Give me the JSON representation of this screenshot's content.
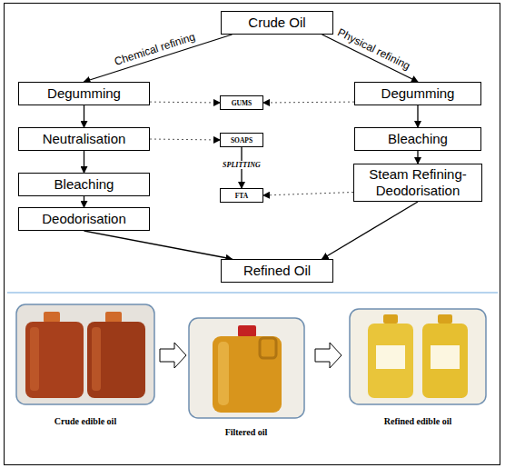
{
  "diagram": {
    "nodes": [
      {
        "text": [
          "Crude Oil"
        ]
      },
      {
        "text": [
          "Degumming"
        ]
      },
      {
        "text": [
          "GUMS"
        ]
      },
      {
        "text": [
          "Degumming"
        ]
      },
      {
        "text": [
          "Neutralisation"
        ]
      },
      {
        "text": [
          "SOAPS"
        ]
      },
      {
        "text": [
          "Bleaching"
        ]
      },
      {
        "text": [
          "Bleaching"
        ]
      },
      {
        "text": [
          "FTA"
        ]
      },
      {
        "text": [
          "Steam Refining- Deodorisation"
        ]
      },
      {
        "text": [
          "Deodorisation"
        ]
      },
      {
        "text": [
          "Refined Oil"
        ]
      }
    ],
    "edges": [
      {
        "from": 0,
        "to": 1,
        "label": "Chemical refining",
        "arrow": "to"
      },
      {
        "from": 0,
        "to": 3,
        "label": "Physical refining",
        "arrow": "to"
      },
      {
        "from": 1,
        "to": 4,
        "arrow": "to"
      },
      {
        "from": 4,
        "to": 7,
        "arrow": "to"
      },
      {
        "from": 7,
        "to": 10,
        "arrow": "to"
      },
      {
        "from": 3,
        "to": 6,
        "arrow": "to"
      },
      {
        "from": 6,
        "to": 9,
        "arrow": "to"
      },
      {
        "from": 1,
        "to": 2,
        "arrow": "to"
      },
      {
        "from": 3,
        "to": 2,
        "arrow": "to"
      },
      {
        "from": 4,
        "to": 5,
        "arrow": "to"
      },
      {
        "from": 5,
        "to": 8,
        "label": "SPLITTING",
        "arrow": "to"
      },
      {
        "from": 9,
        "to": 8,
        "arrow": "to"
      },
      {
        "from": 10,
        "to": 11,
        "arrow": "to"
      },
      {
        "from": 9,
        "to": 11,
        "arrow": "to"
      }
    ],
    "labels": [
      "Crude edible oil",
      "Filtered oil",
      "Refined edible oil"
    ]
  }
}
